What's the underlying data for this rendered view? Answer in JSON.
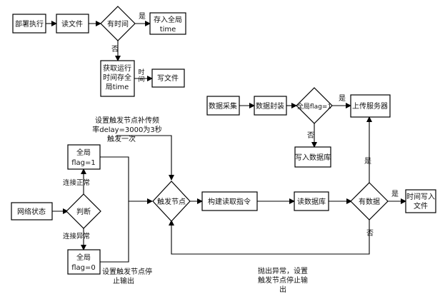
{
  "nodes": {
    "deploy": "部署执行",
    "read_file": "读文件",
    "has_time": "有时间",
    "save_global_time": [
      "存入全局",
      "time"
    ],
    "get_runtime": [
      "获取运行",
      "时间存全",
      "局time"
    ],
    "write_file": "写文件",
    "data_collect": "数据采集",
    "data_package": "数据封装",
    "global_flag1_check": "全局flag=1",
    "upload_server": "上传服务器",
    "write_db": "写入数据库",
    "global_flag1_box": [
      "全局",
      "flag=1"
    ],
    "network_status": "网络状态",
    "judge": "判断",
    "trigger_node": "触发节点",
    "build_read_cmd": "构建读取指令",
    "read_db": "读数据库",
    "has_data": "有数据",
    "time_write_file": [
      "时间写入",
      "文件"
    ],
    "global_flag0_box": [
      "全局",
      "flag=0"
    ]
  },
  "edge_labels": {
    "yes_has_time": "是",
    "no_has_time": "否",
    "time": [
      "时",
      "间"
    ],
    "yes_flag1": "是",
    "no_flag1": "否",
    "set_trigger": [
      "设置触发节点补传频",
      "率delay=3000为3秒",
      "触发一次"
    ],
    "net_normal": "连接正常",
    "net_abnormal": "连接异常",
    "yes_has_data_up": "是",
    "yes_has_data_right": "是",
    "no_has_data": "否",
    "stop_output": [
      "设置触发节点停",
      "止输出"
    ],
    "throw_error": [
      "抛出异常，设置",
      "触发节点停止输",
      "出"
    ]
  }
}
